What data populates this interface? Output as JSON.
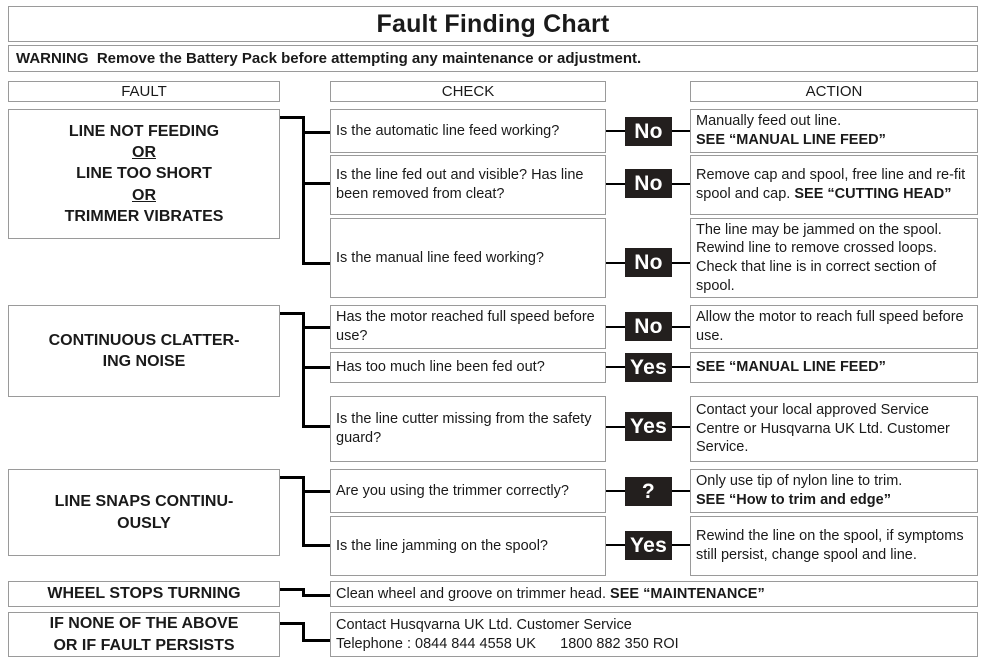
{
  "title": "Fault Finding Chart",
  "warning": {
    "lead": "WARNING",
    "text": "Remove the Battery Pack before attempting any maintenance or adjustment."
  },
  "headers": {
    "fault": "FAULT",
    "check": "CHECK",
    "action": "ACTION"
  },
  "badge_labels": {
    "no": "No",
    "yes": "Yes",
    "question": "?"
  },
  "colors": {
    "badge_background": "#231f1e",
    "badge_text": "#ffffff",
    "box_border": "#9a9a9a",
    "connector": "#000000",
    "page_background": "#ffffff",
    "text": "#1a1a1a"
  },
  "sections": [
    {
      "fault_lines": [
        "LINE NOT FEEDING",
        "OR",
        "LINE TOO SHORT",
        "OR",
        "TRIMMER VIBRATES"
      ],
      "rows": [
        {
          "check": "Is the automatic line feed working?",
          "badge": "No",
          "action_plain": "Manually feed out line.",
          "action_bold": "SEE “MANUAL LINE FEED”"
        },
        {
          "check": "Is the line fed out and visible? Has line been removed from cleat?",
          "badge": "No",
          "action_plain": "Remove cap and spool, free line and re-fit spool and cap.",
          "action_bold": "SEE “CUTTING HEAD”"
        },
        {
          "check": "Is the manual line feed working?",
          "badge": "No",
          "action_plain": "The line may be jammed on the spool.  Rewind line to remove crossed loops. Check that line is in correct section of spool.",
          "action_bold": ""
        }
      ]
    },
    {
      "fault_lines": [
        "CONTINUOUS CLATTER-",
        "ING NOISE"
      ],
      "rows": [
        {
          "check": "Has the motor reached full speed before use?",
          "badge": "No",
          "action_plain": "Allow the motor to reach full speed before use.",
          "action_bold": ""
        },
        {
          "check": "Has too much line been fed out?",
          "badge": "Yes",
          "action_plain": "",
          "action_bold": "SEE “MANUAL LINE FEED”"
        },
        {
          "check": "Is the line cutter missing from the safety guard?",
          "badge": "Yes",
          "action_plain": "Contact your local approved Service Centre or Husqvarna UK Ltd. Customer Service.",
          "action_bold": ""
        }
      ]
    },
    {
      "fault_lines": [
        "LINE SNAPS CONTINU-",
        "OUSLY"
      ],
      "rows": [
        {
          "check": "Are you using the trimmer correctly?",
          "badge": "?",
          "action_plain": "Only use tip of nylon line to trim.",
          "action_bold": "SEE “How to trim and edge”"
        },
        {
          "check": "Is the line jamming on the spool?",
          "badge": "Yes",
          "action_plain": "Rewind the line on the spool, if symptoms still persist, change spool and line.",
          "action_bold": ""
        }
      ]
    }
  ],
  "footer_rows": [
    {
      "fault_lines": [
        "WHEEL STOPS TURNING"
      ],
      "action_plain": "Clean wheel and groove on trimmer head.",
      "action_bold": "SEE “MAINTENANCE”"
    },
    {
      "fault_lines": [
        "IF NONE OF THE ABOVE",
        "OR IF FAULT PERSISTS"
      ],
      "action_line1": "Contact Husqvarna UK Ltd. Customer Service",
      "action_line2_label": "Telephone : ",
      "action_phone_uk": "0844 844 4558  UK",
      "action_phone_roi": "1800 882 350  ROI"
    }
  ]
}
